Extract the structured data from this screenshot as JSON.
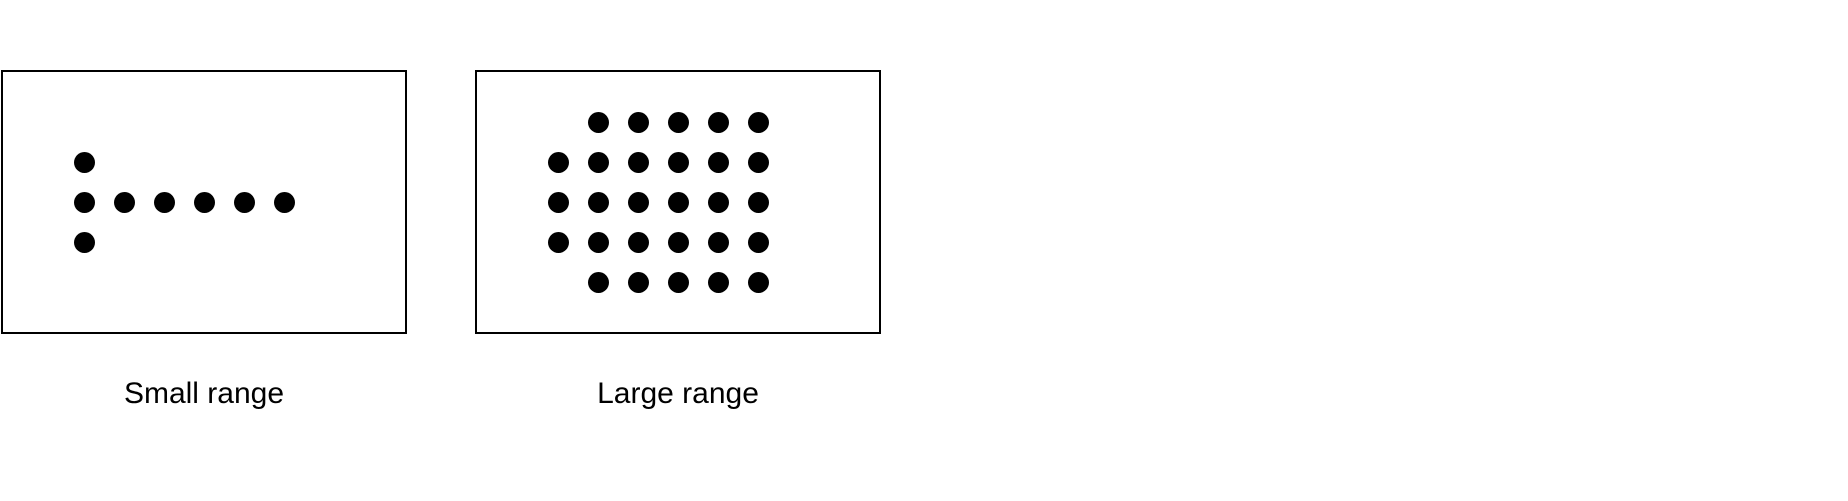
{
  "panels": [
    {
      "caption": "Small range",
      "groups": [
        {
          "count": 3,
          "rows": 3,
          "cols": 1
        },
        {
          "count": 5,
          "rows": 1,
          "cols": 5
        }
      ]
    },
    {
      "caption": "Large range",
      "groups": [
        {
          "count": 3,
          "rows": 3,
          "cols": 1
        },
        {
          "count": 25,
          "rows": 5,
          "cols": 5
        }
      ]
    }
  ],
  "colors": {
    "dot": "#000000",
    "border": "#000000",
    "background": "#ffffff"
  }
}
